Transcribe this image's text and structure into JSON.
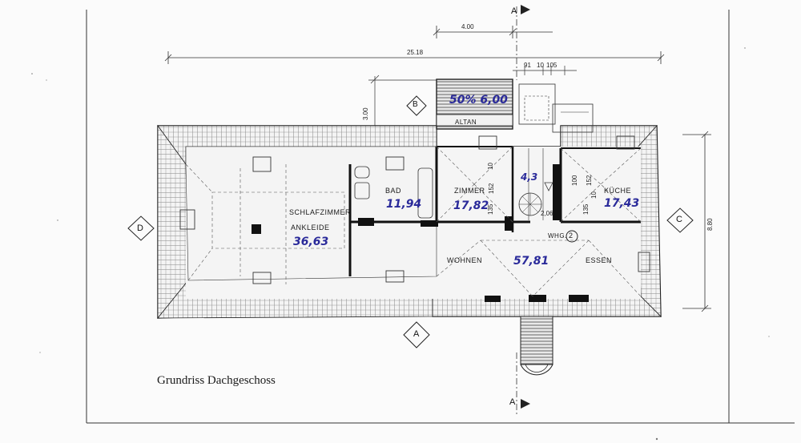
{
  "caption": "Grundriss Dachgeschoss",
  "rooms": {
    "schlafzimmer": "SCHLAFZIMMER",
    "ankleide": "ANKLEIDE",
    "bad": "BAD",
    "zimmer": "ZIMMER",
    "kueche": "KÜCHE",
    "wohnen": "WOHNEN",
    "essen": "ESSEN",
    "altan": "ALTAN",
    "whg": "WHG."
  },
  "areas": {
    "schlafzimmer_ankleide": "36,63",
    "bad": "11,94",
    "zimmer": "17,82",
    "kueche": "17,43",
    "wohnen_essen": "57,81",
    "altan": "50% 6,00",
    "flur": "4,3"
  },
  "dimensions": {
    "overall_width": "25.18",
    "altan_width": "4.00",
    "stair_91": "91",
    "stair_10": "10",
    "stair_105": "105",
    "altan_depth": "3.00",
    "depth": "8.80",
    "zimmer_10": "10",
    "zimmer_152": "152",
    "zimmer_135": "135",
    "flur_206": "2,06",
    "kueche_100": "100",
    "kueche_135": "135",
    "kueche_10": "10",
    "kueche_152": "152"
  },
  "section_markers": {
    "a": "A",
    "b": "B",
    "c": "C",
    "d": "D",
    "whg_number": "2"
  }
}
